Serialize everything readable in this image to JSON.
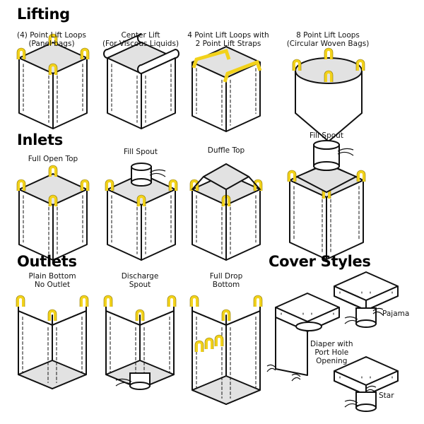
{
  "sections": {
    "lifting": {
      "title": "Lifting",
      "items": [
        "(4) Point Lift Loops\n(Panel bags)",
        "Center Lift\n(For Viscous Liquids)",
        "4 Point Lift Loops with\n2 Point Lift Straps",
        "8 Point Lift Loops\n(Circular Woven Bags)"
      ]
    },
    "inlets": {
      "title": "Inlets",
      "items": [
        "Full Open Top",
        "Fill Spout",
        "Duffle Top",
        "Fill Spout"
      ]
    },
    "outlets": {
      "title": "Outlets",
      "items": [
        "Plain Bottom\nNo Outlet",
        "Discharge\nSpout",
        "Full Drop\nBottom"
      ]
    },
    "cover_styles": {
      "title": "Cover Styles",
      "items": [
        "Pajama",
        "Diaper with\nPort Hole\nOpening",
        "Star"
      ]
    }
  },
  "colors": {
    "loop": "#f2d21b",
    "face": "#e2e2e2",
    "line": "#111111"
  }
}
